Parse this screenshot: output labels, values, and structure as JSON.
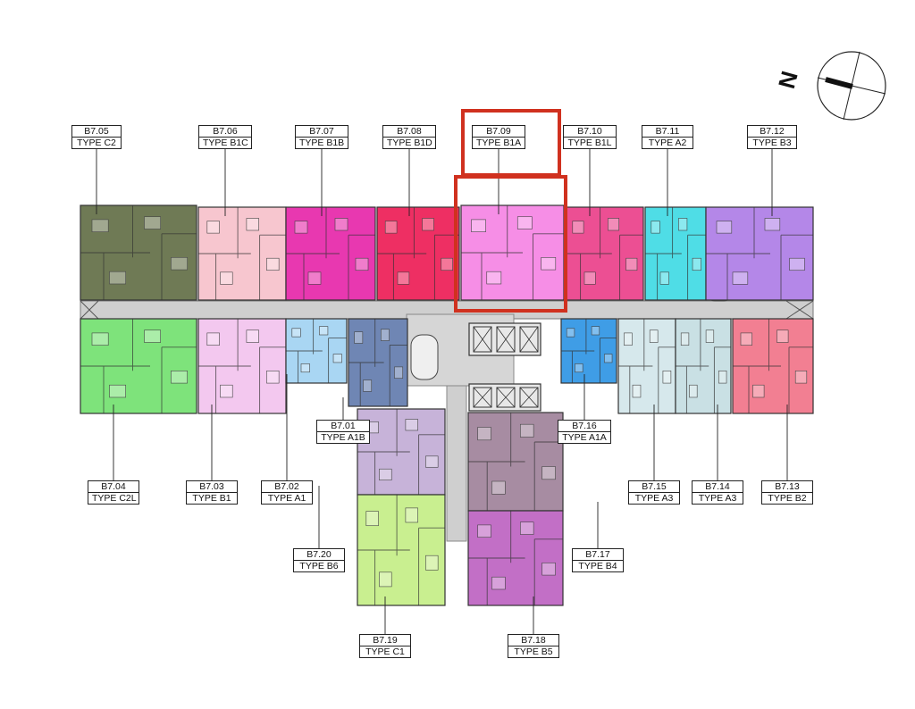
{
  "compass": {
    "letter": "N",
    "icon": "north-arrow-compass-icon"
  },
  "highlight_color": "#d0311f",
  "units": [
    {
      "id": "B7.05",
      "type": "TYPE C2",
      "color": "#6f7a55"
    },
    {
      "id": "B7.06",
      "type": "TYPE B1C",
      "color": "#f7c6cf"
    },
    {
      "id": "B7.07",
      "type": "TYPE B1B",
      "color": "#e838b0"
    },
    {
      "id": "B7.08",
      "type": "TYPE B1D",
      "color": "#ee2f63"
    },
    {
      "id": "B7.09",
      "type": "TYPE B1A",
      "color": "#f68ee6"
    },
    {
      "id": "B7.10",
      "type": "TYPE B1L",
      "color": "#ec4f93"
    },
    {
      "id": "B7.11",
      "type": "TYPE A2",
      "color": "#4fdde6"
    },
    {
      "id": "B7.12",
      "type": "TYPE B3",
      "color": "#b487e8"
    },
    {
      "id": "B7.04",
      "type": "TYPE C2L",
      "color": "#7ee37b"
    },
    {
      "id": "B7.03",
      "type": "TYPE B1",
      "color": "#f3c8ef"
    },
    {
      "id": "B7.02",
      "type": "TYPE A1",
      "color": "#a9d6f3"
    },
    {
      "id": "B7.01",
      "type": "TYPE A1B",
      "color": "#6f86b4"
    },
    {
      "id": "B7.16",
      "type": "TYPE A1A",
      "color": "#3f9de6"
    },
    {
      "id": "B7.15",
      "type": "TYPE A3",
      "color": "#d6e8ec"
    },
    {
      "id": "B7.14",
      "type": "TYPE A3",
      "color": "#c9e0e4"
    },
    {
      "id": "B7.13",
      "type": "TYPE B2",
      "color": "#f27f92"
    },
    {
      "id": "B7.20",
      "type": "TYPE B6",
      "color": "#c7b3d9"
    },
    {
      "id": "B7.17",
      "type": "TYPE B4",
      "color": "#a78ca2"
    },
    {
      "id": "B7.19",
      "type": "TYPE C1",
      "color": "#c9ef90"
    },
    {
      "id": "B7.18",
      "type": "TYPE B5",
      "color": "#c26fc6"
    }
  ]
}
